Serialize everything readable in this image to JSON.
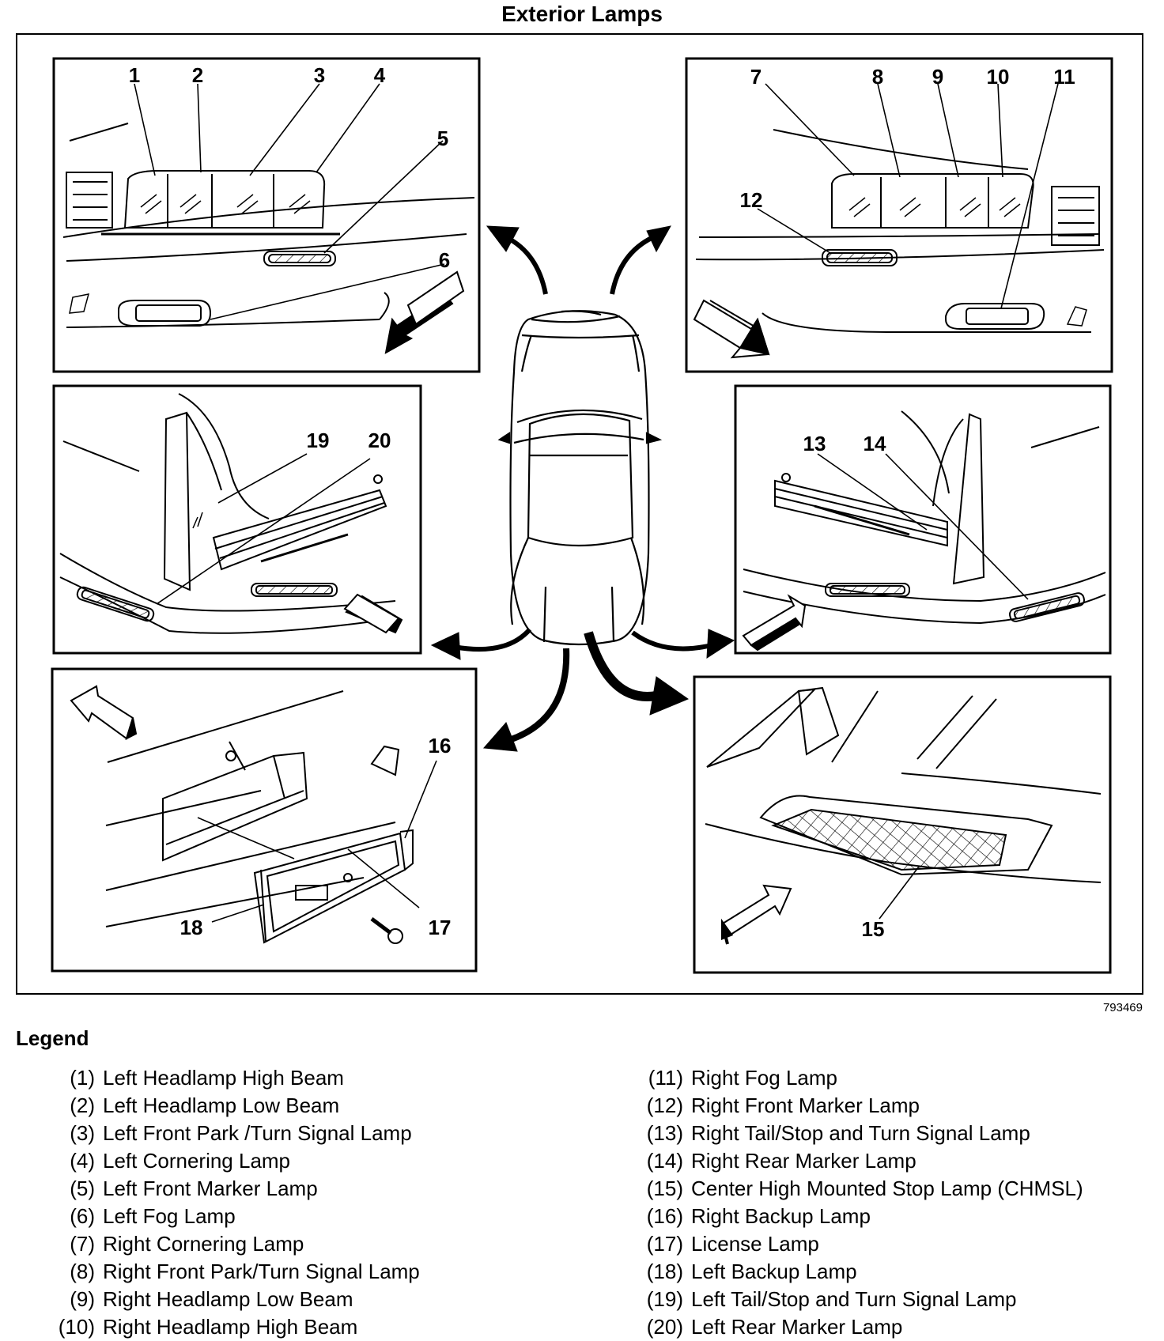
{
  "title": "Exterior Lamps",
  "figure_id": "793469",
  "legend_title": "Legend",
  "callouts": [
    "1",
    "2",
    "3",
    "4",
    "5",
    "6",
    "7",
    "8",
    "9",
    "10",
    "11",
    "12",
    "13",
    "14",
    "15",
    "16",
    "17",
    "18",
    "19",
    "20"
  ],
  "legend_left": [
    {
      "num": "(1)",
      "label": "Left Headlamp High Beam"
    },
    {
      "num": "(2)",
      "label": "Left Headlamp Low Beam"
    },
    {
      "num": "(3)",
      "label": "Left Front Park /Turn Signal Lamp"
    },
    {
      "num": "(4)",
      "label": "Left Cornering Lamp"
    },
    {
      "num": "(5)",
      "label": "Left Front Marker Lamp"
    },
    {
      "num": "(6)",
      "label": "Left Fog Lamp"
    },
    {
      "num": "(7)",
      "label": "Right Cornering Lamp"
    },
    {
      "num": "(8)",
      "label": "Right Front Park/Turn Signal Lamp"
    },
    {
      "num": "(9)",
      "label": "Right Headlamp Low Beam"
    },
    {
      "num": "(10)",
      "label": "Right Headlamp High Beam"
    }
  ],
  "legend_right": [
    {
      "num": "(11)",
      "label": "Right Fog Lamp"
    },
    {
      "num": "(12)",
      "label": "Right Front Marker Lamp"
    },
    {
      "num": "(13)",
      "label": "Right Tail/Stop and Turn Signal Lamp"
    },
    {
      "num": "(14)",
      "label": "Right Rear Marker Lamp"
    },
    {
      "num": "(15)",
      "label": "Center High Mounted Stop Lamp (CHMSL)"
    },
    {
      "num": "(16)",
      "label": "Right Backup Lamp"
    },
    {
      "num": "(17)",
      "label": "License Lamp"
    },
    {
      "num": "(18)",
      "label": "Left Backup Lamp"
    },
    {
      "num": "(19)",
      "label": "Left Tail/Stop and Turn Signal Lamp"
    },
    {
      "num": "(20)",
      "label": "Left Rear Marker Lamp"
    }
  ]
}
